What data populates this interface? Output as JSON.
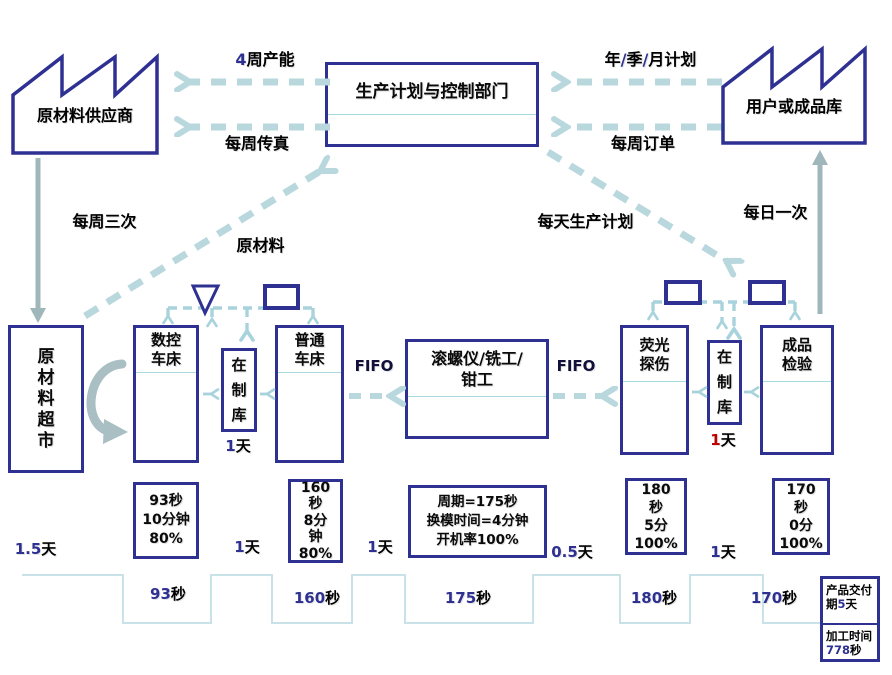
{
  "colors": {
    "navy": "#2e3192",
    "dash_blue": "#b9d8de",
    "kanban_dash": "#a8d2dc",
    "solid_arrow": "#9fb6ba",
    "timeline": "#c9e2e8",
    "digit_red": "#c00000"
  },
  "stations": {
    "supplier": "原材料供应商",
    "planning": "生产计划与控制部门",
    "customer": "用户或成品库",
    "supermarket": "原\n材\n料\n超\n市",
    "cnc_lathe": "数控\n车床",
    "wip1": "在\n制\n库",
    "ordinary_lathe": "普通\n车床",
    "fifo1": "FIFO",
    "roller": "滚螺仪/铣工/\n钳工",
    "fifo2": "FIFO",
    "fluorescent": "荧光\n探伤",
    "wip2": "在\n制\n库",
    "inspection": "成品\n检验"
  },
  "info_labels": {
    "capacity_segs": [
      {
        "t": "4",
        "c": "n"
      },
      {
        "t": "周产能"
      }
    ],
    "weekly_fax": "每周传真",
    "year_plan_segs": [
      {
        "t": "年"
      },
      {
        "t": "/",
        "c": "n"
      },
      {
        "t": "季"
      },
      {
        "t": "/",
        "c": "n"
      },
      {
        "t": "月计划"
      }
    ],
    "weekly_order": "每周订单",
    "thrice_weekly": "每周三次",
    "raw_material": "原材料",
    "daily_plan": "每天生产计划",
    "once_daily": "每日一次"
  },
  "inventory_labels": {
    "wip1_segs": [
      {
        "t": "1",
        "c": "n"
      },
      {
        "t": "天"
      }
    ],
    "wip2_segs": [
      {
        "t": "1",
        "c": "r"
      },
      {
        "t": "天"
      }
    ]
  },
  "data_boxes": {
    "cnc": "93秒\n10分钟\n80%",
    "ordinary": "160\n秒\n8分\n钟\n80%",
    "roller": "周期=175秒\n换模时间=4分钟\n开机率100%",
    "fluorescent": "180\n秒\n5分\n100%",
    "inspection": "170\n秒\n0分\n100%"
  },
  "timeline": {
    "waits": [
      [
        {
          "t": "1.5",
          "c": "n"
        },
        {
          "t": "天"
        }
      ],
      [
        {
          "t": "1",
          "c": "n"
        },
        {
          "t": "天"
        }
      ],
      [
        {
          "t": "1",
          "c": "n"
        },
        {
          "t": "天"
        }
      ],
      [
        {
          "t": "0.5",
          "c": "n"
        },
        {
          "t": "天"
        }
      ],
      [
        {
          "t": "1",
          "c": "n"
        },
        {
          "t": "天"
        }
      ]
    ],
    "procs": [
      [
        {
          "t": "93",
          "c": "n"
        },
        {
          "t": "秒"
        }
      ],
      [
        {
          "t": "160",
          "c": "n"
        },
        {
          "t": "秒"
        }
      ],
      [
        {
          "t": "175",
          "c": "n"
        },
        {
          "t": "秒"
        }
      ],
      [
        {
          "t": "180",
          "c": "n"
        },
        {
          "t": "秒"
        }
      ],
      [
        {
          "t": "170",
          "c": "n"
        },
        {
          "t": "秒"
        }
      ]
    ],
    "summary_top": [
      {
        "t": "产品交付"
      },
      {
        "t": "期"
      },
      {
        "t": "5",
        "c": "n"
      },
      {
        "t": "天"
      }
    ],
    "summary_bottom": [
      {
        "t": "加工时间"
      },
      {
        "t": "778",
        "c": "n"
      },
      {
        "t": "秒"
      }
    ]
  }
}
